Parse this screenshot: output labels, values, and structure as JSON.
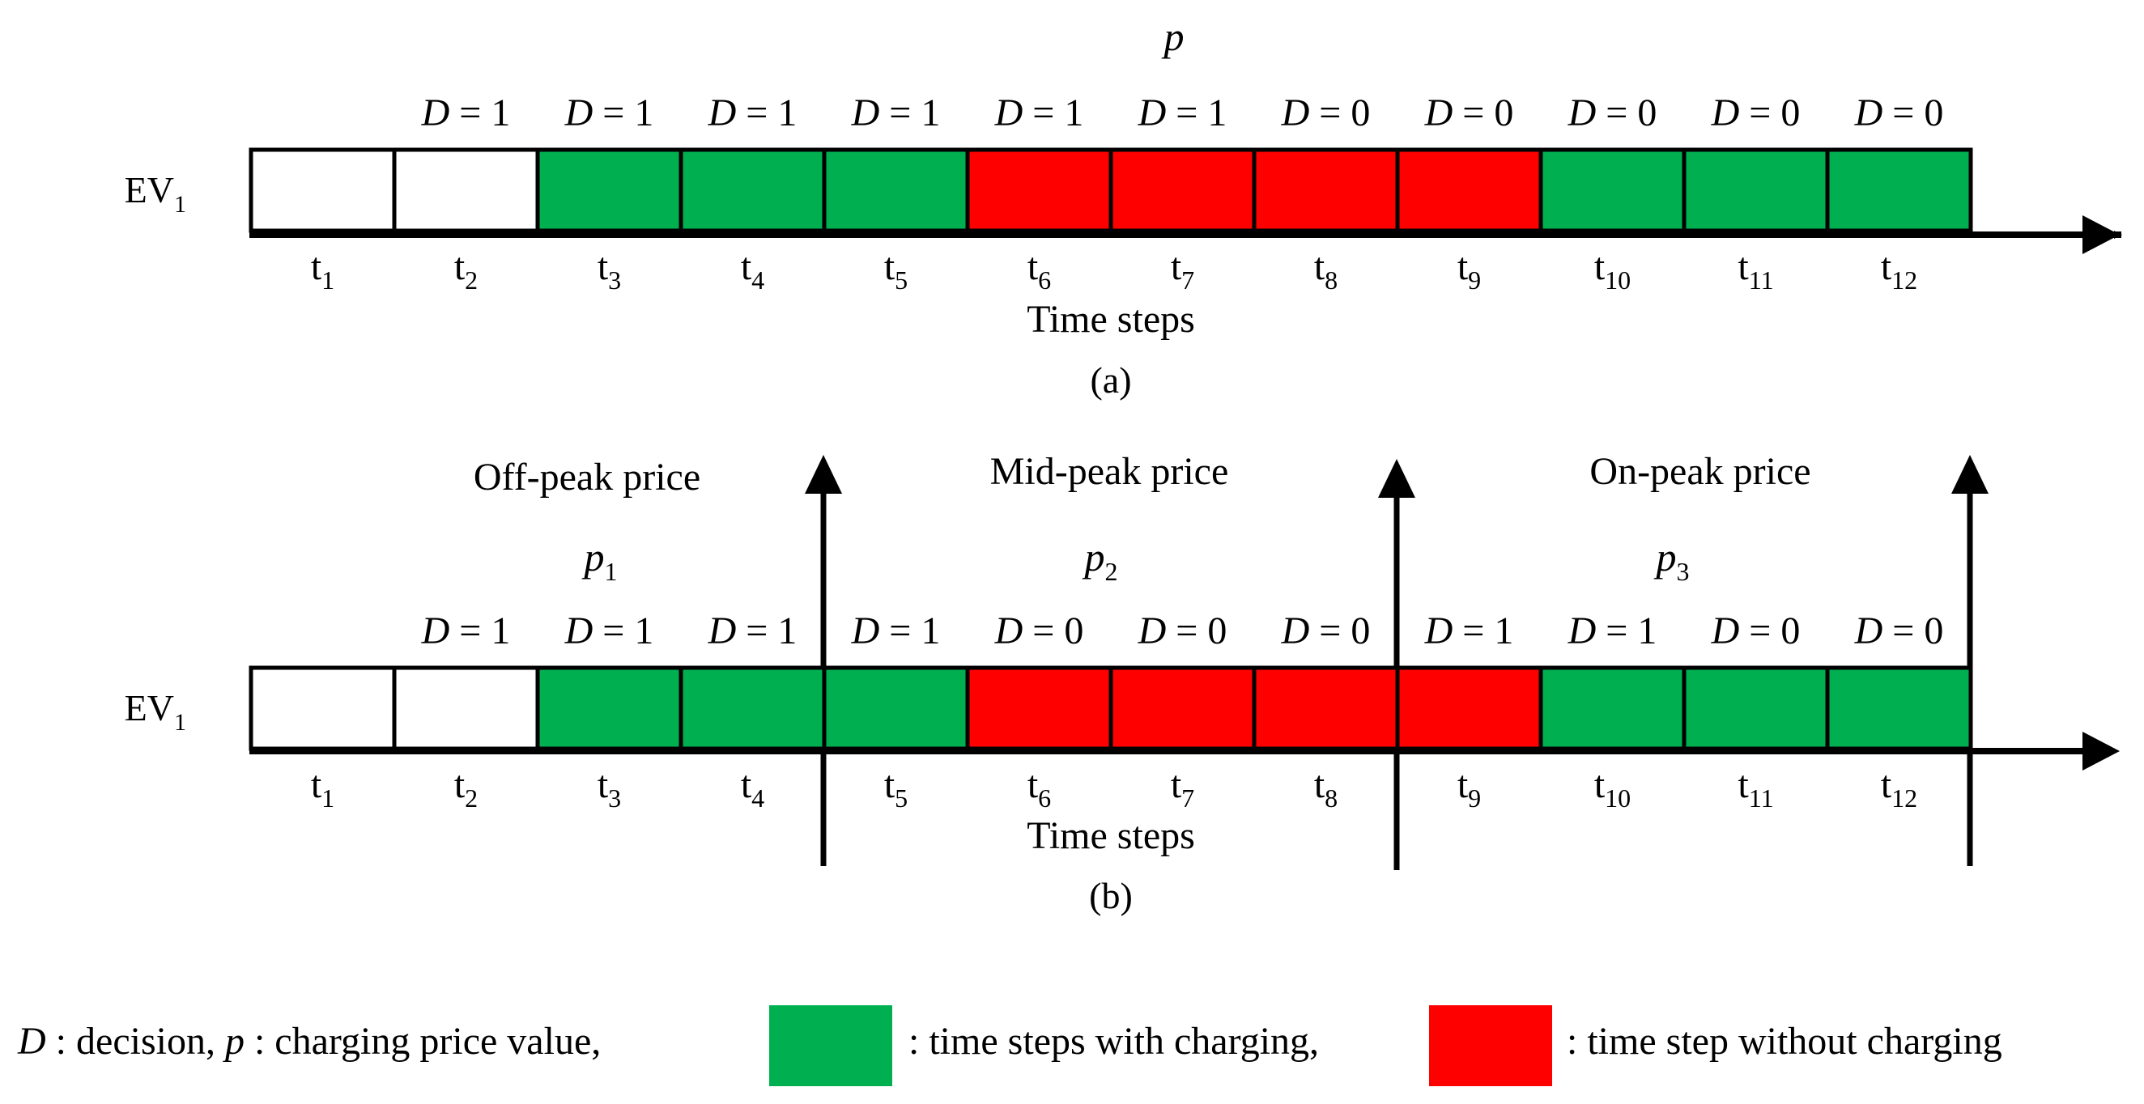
{
  "colors": {
    "charging": "#00b050",
    "not_charging": "#ff0000",
    "empty": "#ffffff",
    "stroke": "#000000"
  },
  "panel_a": {
    "row_label": "EV",
    "row_label_sub": "1",
    "price_symbol": "p",
    "decisions": [
      "D = 1",
      "D = 1",
      "D = 1",
      "D = 1",
      "D = 1",
      "D = 1",
      "D = 0",
      "D = 0",
      "D = 0",
      "D = 0",
      "D = 0"
    ],
    "cells": [
      "empty",
      "empty",
      "charging",
      "charging",
      "charging",
      "not_charging",
      "not_charging",
      "not_charging",
      "not_charging",
      "charging",
      "charging",
      "charging"
    ],
    "time_labels": [
      {
        "t": "t",
        "sub": "1"
      },
      {
        "t": "t",
        "sub": "2"
      },
      {
        "t": "t",
        "sub": "3"
      },
      {
        "t": "t",
        "sub": "4"
      },
      {
        "t": "t",
        "sub": "5"
      },
      {
        "t": "t",
        "sub": "6"
      },
      {
        "t": "t",
        "sub": "7"
      },
      {
        "t": "t",
        "sub": "8"
      },
      {
        "t": "t",
        "sub": "9"
      },
      {
        "t": "t",
        "sub": "10"
      },
      {
        "t": "t",
        "sub": "11"
      },
      {
        "t": "t",
        "sub": "12"
      }
    ],
    "axis_label": "Time steps",
    "caption": "(a)"
  },
  "panel_b": {
    "row_label": "EV",
    "row_label_sub": "1",
    "decisions": [
      "D = 1",
      "D = 1",
      "D = 1",
      "D = 1",
      "D = 0",
      "D = 0",
      "D = 0",
      "D = 1",
      "D = 1",
      "D = 0",
      "D = 0"
    ],
    "cells": [
      "empty",
      "empty",
      "charging",
      "charging",
      "charging",
      "not_charging",
      "not_charging",
      "not_charging",
      "not_charging",
      "charging",
      "charging",
      "charging"
    ],
    "time_labels": [
      {
        "t": "t",
        "sub": "1"
      },
      {
        "t": "t",
        "sub": "2"
      },
      {
        "t": "t",
        "sub": "3"
      },
      {
        "t": "t",
        "sub": "4"
      },
      {
        "t": "t",
        "sub": "5"
      },
      {
        "t": "t",
        "sub": "6"
      },
      {
        "t": "t",
        "sub": "7"
      },
      {
        "t": "t",
        "sub": "8"
      },
      {
        "t": "t",
        "sub": "9"
      },
      {
        "t": "t",
        "sub": "10"
      },
      {
        "t": "t",
        "sub": "11"
      },
      {
        "t": "t",
        "sub": "12"
      }
    ],
    "price_periods": [
      {
        "label": "Off-peak price",
        "symbol": "p",
        "sub": "1"
      },
      {
        "label": "Mid-peak price",
        "symbol": "p",
        "sub": "2"
      },
      {
        "label": "On-peak price",
        "symbol": "p",
        "sub": "3"
      }
    ],
    "axis_label": "Time steps",
    "caption": "(b)"
  },
  "legend": {
    "d_symbol": "D",
    "d_text": " : decision, ",
    "p_symbol": "p",
    "p_text": " : charging price value,",
    "charging_text": ": time steps with charging,",
    "not_charging_text": ": time step without charging"
  }
}
